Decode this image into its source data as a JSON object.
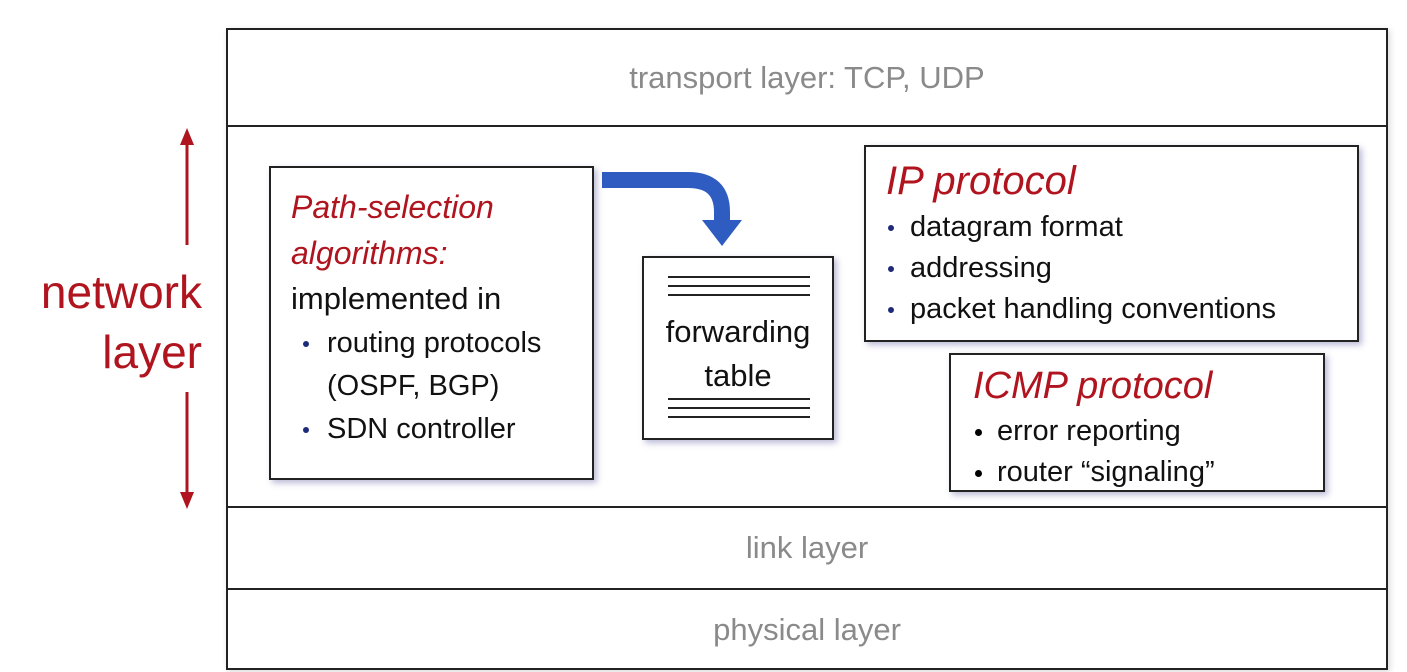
{
  "layers": {
    "transport": "transport layer: TCP, UDP",
    "link": "link layer",
    "physical": "physical layer"
  },
  "network_label": {
    "line1": "network",
    "line2": "layer"
  },
  "path_selection": {
    "title_line1": "Path-selection",
    "title_line2": "algorithms:",
    "subtitle": "implemented in",
    "items": [
      "routing protocols",
      "(OSPF, BGP)",
      "SDN controller"
    ]
  },
  "forwarding_table": {
    "line1": "forwarding",
    "line2": "table"
  },
  "ip_protocol": {
    "title": "IP protocol",
    "items": [
      "datagram format",
      "addressing",
      "packet handling conventions"
    ]
  },
  "icmp_protocol": {
    "title": "ICMP protocol",
    "items": [
      "error reporting",
      "router “signaling”"
    ]
  },
  "colors": {
    "accent_red": "#b0141e",
    "arrow_blue": "#3a66c8",
    "band_text_gray": "#8a8a8a"
  },
  "icons": {
    "double_arrow": "vertical-double-arrow-icon",
    "curved_arrow": "curved-arrow-icon"
  }
}
